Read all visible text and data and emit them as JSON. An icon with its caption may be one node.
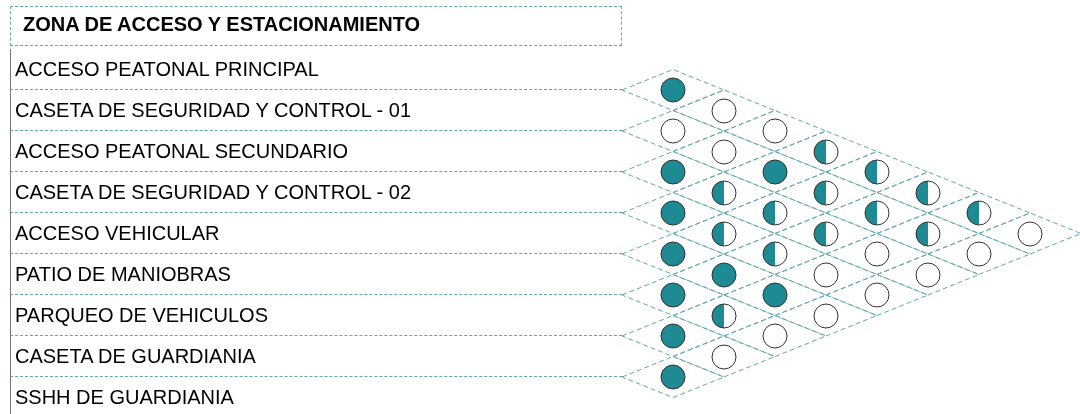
{
  "diagram": {
    "nodes": [
      {
        "text": [
          "ZONA DE ACCESO Y ESTACIONAMIENTO"
        ]
      },
      {
        "text": [
          "ACCESO PEATONAL PRINCIPAL"
        ]
      },
      {
        "text": [
          "CASETA DE SEGURIDAD Y CONTROL - 01"
        ]
      },
      {
        "text": [
          "ACCESO PEATONAL SECUNDARIO"
        ]
      },
      {
        "text": [
          "CASETA DE SEGURIDAD Y CONTROL - 02"
        ]
      },
      {
        "text": [
          "ACCESO VEHICULAR"
        ]
      },
      {
        "text": [
          "PATIO DE MANIOBRAS"
        ]
      },
      {
        "text": [
          "PARQUEO DE VEHICULOS"
        ]
      },
      {
        "text": [
          "CASETA DE GUARDIANIA"
        ]
      },
      {
        "text": [
          "SSHH DE GUARDIANIA"
        ]
      },
      {
        "text": [],
        "shape": "disc"
      },
      {
        "text": [],
        "shape": "circle"
      },
      {
        "text": [],
        "shape": "circle"
      },
      {
        "text": [],
        "shape": "circle"
      },
      {
        "text": [],
        "shape": "circle"
      },
      {
        "text": [],
        "shape": "half-disc"
      },
      {
        "text": [],
        "shape": "disc"
      },
      {
        "text": [],
        "shape": "disc"
      },
      {
        "text": [],
        "shape": "half-disc"
      },
      {
        "text": [],
        "shape": "half-disc"
      },
      {
        "text": [],
        "shape": "half-disc"
      },
      {
        "text": [],
        "shape": "half-disc"
      },
      {
        "text": [],
        "shape": "disc"
      },
      {
        "text": [],
        "shape": "half-disc"
      },
      {
        "text": [],
        "shape": "half-disc"
      },
      {
        "text": [],
        "shape": "half-disc"
      },
      {
        "text": [],
        "shape": "half-disc"
      },
      {
        "text": [],
        "shape": "half-disc"
      },
      {
        "text": [],
        "shape": "half-disc"
      },
      {
        "text": [],
        "shape": "circle"
      },
      {
        "text": [],
        "shape": "disc"
      },
      {
        "text": [],
        "shape": "half-disc"
      },
      {
        "text": [],
        "shape": "circle"
      },
      {
        "text": [],
        "shape": "circle"
      },
      {
        "text": [],
        "shape": "disc"
      },
      {
        "text": [],
        "shape": "circle"
      },
      {
        "text": [],
        "shape": "circle"
      },
      {
        "text": [],
        "shape": "disc"
      },
      {
        "text": [],
        "shape": "disc"
      },
      {
        "text": [],
        "shape": "circle"
      },
      {
        "text": [],
        "shape": "half-disc"
      },
      {
        "text": [],
        "shape": "circle"
      },
      {
        "text": [],
        "shape": "disc"
      },
      {
        "text": [],
        "shape": "circle"
      },
      {
        "text": [],
        "shape": "circle"
      },
      {
        "text": [],
        "shape": "disc"
      }
    ]
  }
}
